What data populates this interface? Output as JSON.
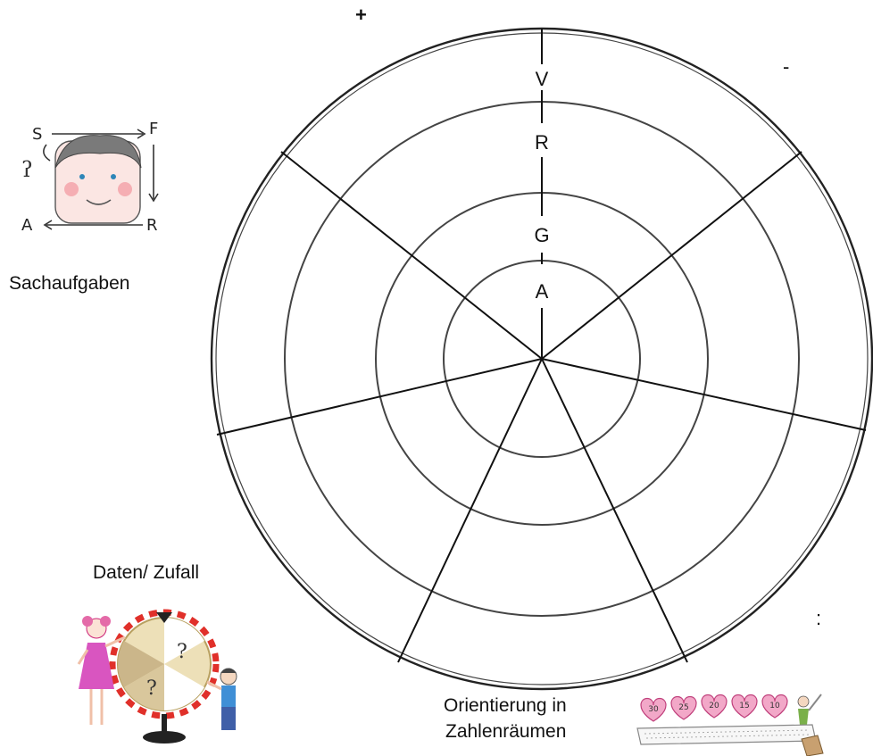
{
  "diagram": {
    "ring_labels": [
      "V",
      "R",
      "G",
      "A"
    ],
    "corner_symbols": {
      "plus": "+",
      "minus": "-",
      "divide": ":"
    },
    "categories": {
      "sachaufgaben": "Sachaufgaben",
      "daten_zufall": "Daten/ Zufall",
      "orientierung_line1": "Orientierung in",
      "orientierung_line2": "Zahlenräumen"
    },
    "illustrations": {
      "sachaufgaben_letters": [
        "S",
        "F",
        "R",
        "A"
      ],
      "wheel_question": "?",
      "hearts": [
        "30",
        "25",
        "20",
        "15",
        "10"
      ]
    }
  }
}
